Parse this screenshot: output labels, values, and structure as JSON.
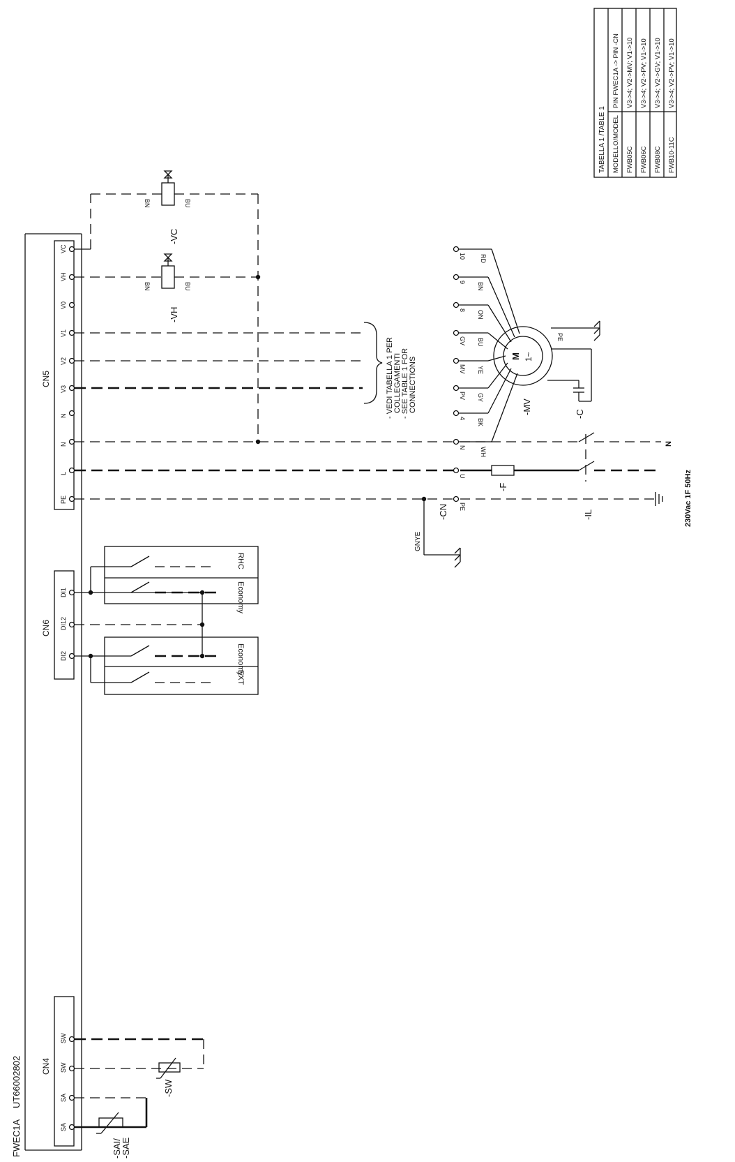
{
  "board": {
    "name": "FWEC1A",
    "code": "UT66002802"
  },
  "connectors": {
    "cn4": {
      "label": "CN4",
      "pins": [
        "SA",
        "SA",
        "SW",
        "SW"
      ]
    },
    "cn6": {
      "label": "CN6",
      "pins": [
        "DI2",
        "DI12",
        "DI1"
      ]
    },
    "cn5": {
      "label": "CN5",
      "pins": [
        "PE",
        "L",
        "N",
        "N",
        "V3",
        "V2",
        "V1",
        "V0",
        "VH",
        "VC"
      ]
    }
  },
  "components": {
    "sensor_air": "-SAI/\n-SAE",
    "sensor_water": "-SW",
    "valve_heat": "-VH",
    "valve_cool": "-VC",
    "motor": "-MV",
    "capacitor": "-C",
    "fuse": "-F",
    "switch": "-IL",
    "connector": "-CN",
    "motor_symbol": "M",
    "motor_phase": "1~"
  },
  "contacts": {
    "di1_a": "RHC",
    "di1_b": "Economy",
    "di2_a": "Economy",
    "di2_b": "EXT"
  },
  "valve_wires": {
    "a": "BN",
    "b": "BU"
  },
  "motor_pins": [
    "PE",
    "U",
    "N",
    "4",
    "PV",
    "MV",
    "GV",
    "8",
    "9",
    "10"
  ],
  "motor_wire_colors": [
    "WH",
    "BK",
    "GY",
    "YE",
    "BU",
    "ON",
    "BN",
    "RD"
  ],
  "motor_pe": "PE",
  "ground_wire": "GNYE",
  "power": {
    "label": "230Vac 1F 50Hz",
    "n": "N"
  },
  "note": {
    "line1": "- VEDI TABELLA 1 PER",
    "line2": "COLLEGAMENTI",
    "line3": "- SEE TABLE 1 FOR",
    "line4": "CONNECTIONS"
  },
  "table": {
    "title": "TABELLA 1 /TABLE 1",
    "headers": [
      "MODELLO/MODEL",
      "PIN FWEC1A -> PIN -CN"
    ],
    "rows": [
      [
        "FWB05C",
        "V3->4; V2->MV; V1->10"
      ],
      [
        "FWB06C",
        "V3->4; V2->PV; V1->10"
      ],
      [
        "FWB08C",
        "V3->4; V2->GV; V1->10"
      ],
      [
        "FWB10-11C",
        "V3->4; V2->PV; V1->10"
      ]
    ]
  }
}
